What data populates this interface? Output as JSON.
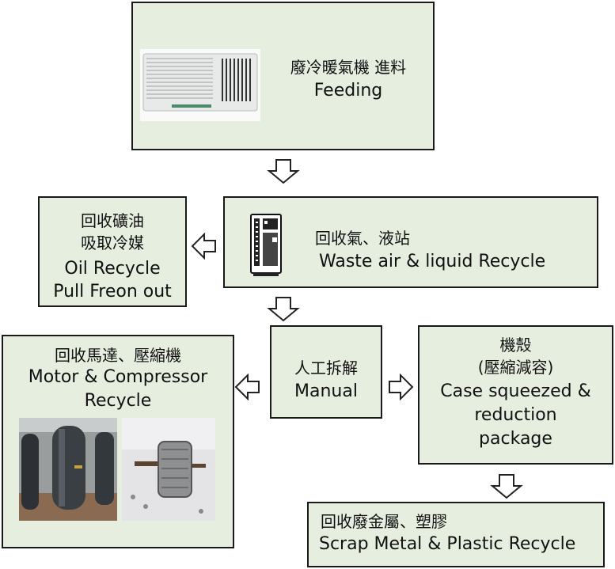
{
  "feeding": {
    "zh": "廢冷暖氣機 進料",
    "en": "Feeding"
  },
  "waste_recycle": {
    "zh": "回收氣、液站",
    "en": "Waste air & liquid Recycle"
  },
  "oil_recycle": {
    "zh_line1": "回收礦油",
    "zh_line2": "吸取冷媒",
    "en_line1": "Oil Recycle",
    "en_line2": "Pull Freon out"
  },
  "manual": {
    "zh": "人工拆解",
    "en": "Manual"
  },
  "motor": {
    "zh": "回收馬達、壓縮機",
    "en_line1": "Motor & Compressor",
    "en_line2": "Recycle"
  },
  "case": {
    "zh_line1": "機殼",
    "zh_line2": "(壓縮減容)",
    "en_line1": "Case squeezed &",
    "en_line2": "reduction",
    "en_line3": "package"
  },
  "scrap": {
    "zh": "回收廢金屬、塑膠",
    "en": "Scrap Metal & Plastic Recycle"
  },
  "icons": [
    "air-conditioner-image",
    "recycling-station-icon",
    "compressor-photo",
    "motor-photo"
  ],
  "colors": {
    "box_fill": "#e6eee0",
    "box_border": "#1a1a1a"
  }
}
